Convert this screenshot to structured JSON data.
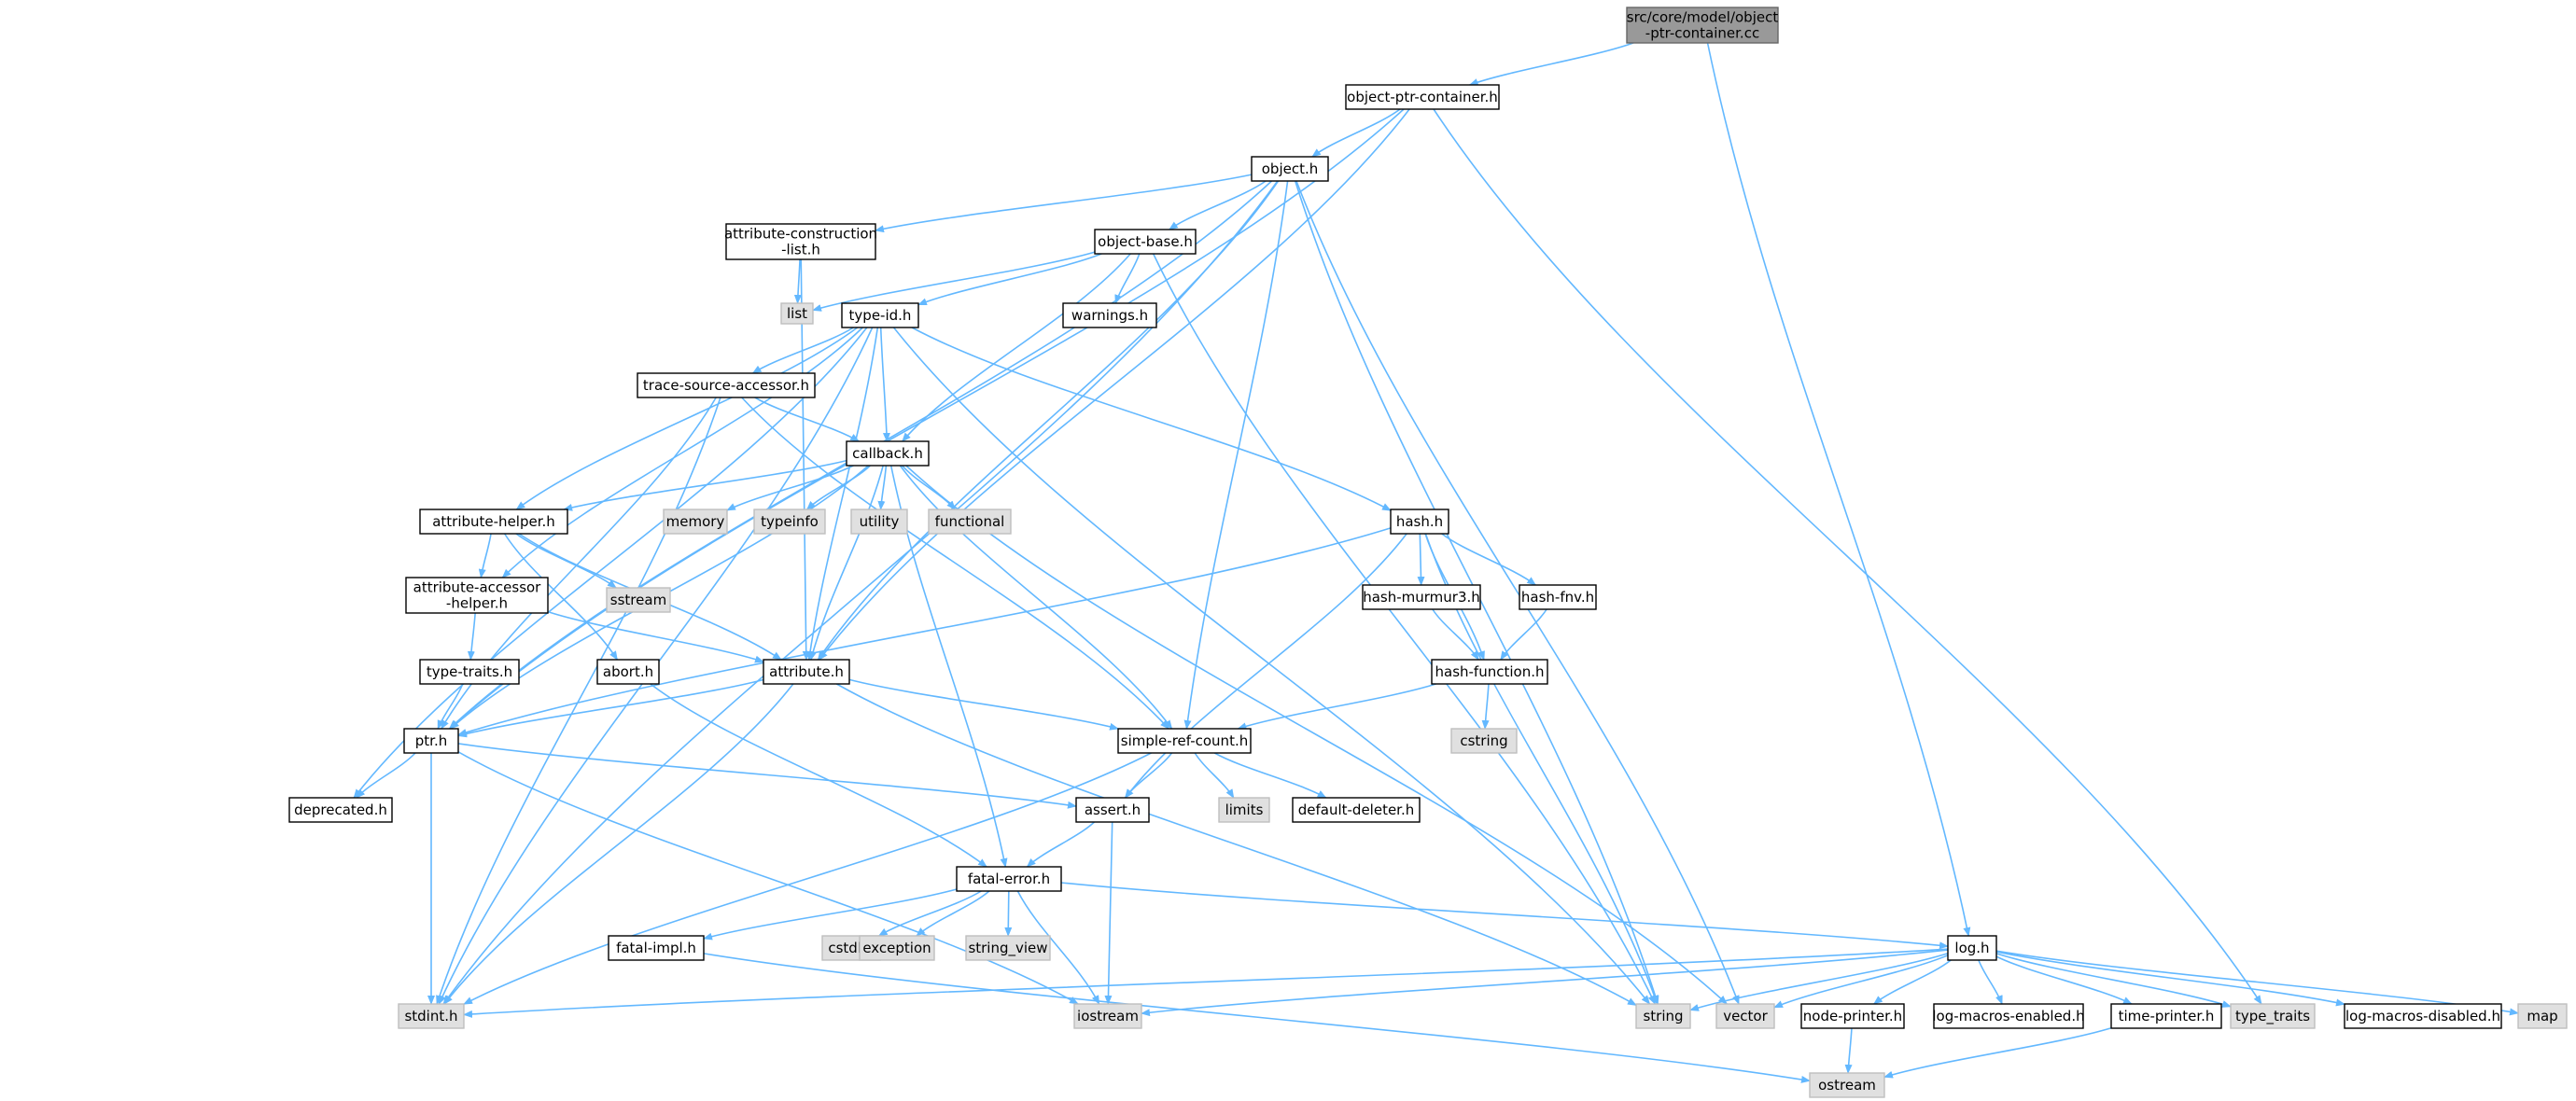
{
  "colors": {
    "edge": "#63b8ff",
    "node_border": "#000000",
    "node_fill": "#ffffff",
    "system_border": "#bfbfbf",
    "system_fill": "#e0e0e0",
    "root_fill": "#999999",
    "root_border": "#666666"
  },
  "nodes": [
    {
      "id": "root",
      "lines": [
        "src/core/model/object",
        "-ptr-container.cc"
      ],
      "kind": "root"
    },
    {
      "id": "opc",
      "lines": [
        "object-ptr-container.h"
      ],
      "kind": "file"
    },
    {
      "id": "object",
      "lines": [
        "object.h"
      ],
      "kind": "file"
    },
    {
      "id": "acl",
      "lines": [
        "attribute-construction",
        "-list.h"
      ],
      "kind": "file"
    },
    {
      "id": "objbase",
      "lines": [
        "object-base.h"
      ],
      "kind": "file"
    },
    {
      "id": "list",
      "lines": [
        "list"
      ],
      "kind": "system"
    },
    {
      "id": "typeid",
      "lines": [
        "type-id.h"
      ],
      "kind": "file"
    },
    {
      "id": "warnings",
      "lines": [
        "warnings.h"
      ],
      "kind": "file"
    },
    {
      "id": "tsa",
      "lines": [
        "trace-source-accessor.h"
      ],
      "kind": "file"
    },
    {
      "id": "callback",
      "lines": [
        "callback.h"
      ],
      "kind": "file"
    },
    {
      "id": "memory",
      "lines": [
        "memory"
      ],
      "kind": "system"
    },
    {
      "id": "typeinfo",
      "lines": [
        "typeinfo"
      ],
      "kind": "system"
    },
    {
      "id": "utility",
      "lines": [
        "utility"
      ],
      "kind": "system"
    },
    {
      "id": "functional",
      "lines": [
        "functional"
      ],
      "kind": "system"
    },
    {
      "id": "attrhelper",
      "lines": [
        "attribute-helper.h"
      ],
      "kind": "file"
    },
    {
      "id": "sstream",
      "lines": [
        "sstream"
      ],
      "kind": "system"
    },
    {
      "id": "hash",
      "lines": [
        "hash.h"
      ],
      "kind": "file"
    },
    {
      "id": "murmur",
      "lines": [
        "hash-murmur3.h"
      ],
      "kind": "file"
    },
    {
      "id": "fnv",
      "lines": [
        "hash-fnv.h"
      ],
      "kind": "file"
    },
    {
      "id": "aah",
      "lines": [
        "attribute-accessor",
        "-helper.h"
      ],
      "kind": "file"
    },
    {
      "id": "typetraits",
      "lines": [
        "type-traits.h"
      ],
      "kind": "file"
    },
    {
      "id": "abort",
      "lines": [
        "abort.h"
      ],
      "kind": "file"
    },
    {
      "id": "attribute",
      "lines": [
        "attribute.h"
      ],
      "kind": "file"
    },
    {
      "id": "hashfn",
      "lines": [
        "hash-function.h"
      ],
      "kind": "file"
    },
    {
      "id": "cstring",
      "lines": [
        "cstring"
      ],
      "kind": "system"
    },
    {
      "id": "ptr",
      "lines": [
        "ptr.h"
      ],
      "kind": "file"
    },
    {
      "id": "src",
      "lines": [
        "simple-ref-count.h"
      ],
      "kind": "file"
    },
    {
      "id": "limits",
      "lines": [
        "limits"
      ],
      "kind": "system"
    },
    {
      "id": "defdel",
      "lines": [
        "default-deleter.h"
      ],
      "kind": "file"
    },
    {
      "id": "deprecated",
      "lines": [
        "deprecated.h"
      ],
      "kind": "file"
    },
    {
      "id": "assert",
      "lines": [
        "assert.h"
      ],
      "kind": "file"
    },
    {
      "id": "fatal",
      "lines": [
        "fatal-error.h"
      ],
      "kind": "file"
    },
    {
      "id": "fatalimpl",
      "lines": [
        "fatal-impl.h"
      ],
      "kind": "file"
    },
    {
      "id": "cstdlib",
      "lines": [
        "cstdlib"
      ],
      "kind": "system"
    },
    {
      "id": "exception",
      "lines": [
        "exception"
      ],
      "kind": "system"
    },
    {
      "id": "stringview",
      "lines": [
        "string_view"
      ],
      "kind": "system"
    },
    {
      "id": "log",
      "lines": [
        "log.h"
      ],
      "kind": "file"
    },
    {
      "id": "stdint",
      "lines": [
        "stdint.h"
      ],
      "kind": "system"
    },
    {
      "id": "iostream",
      "lines": [
        "iostream"
      ],
      "kind": "system"
    },
    {
      "id": "string",
      "lines": [
        "string"
      ],
      "kind": "system"
    },
    {
      "id": "vector",
      "lines": [
        "vector"
      ],
      "kind": "system"
    },
    {
      "id": "nodeprinter",
      "lines": [
        "node-printer.h"
      ],
      "kind": "file"
    },
    {
      "id": "lme",
      "lines": [
        "log-macros-enabled.h"
      ],
      "kind": "file"
    },
    {
      "id": "timeprinter",
      "lines": [
        "time-printer.h"
      ],
      "kind": "file"
    },
    {
      "id": "type_traits",
      "lines": [
        "type_traits"
      ],
      "kind": "system"
    },
    {
      "id": "lmd",
      "lines": [
        "log-macros-disabled.h"
      ],
      "kind": "file"
    },
    {
      "id": "map",
      "lines": [
        "map"
      ],
      "kind": "system"
    },
    {
      "id": "ostream",
      "lines": [
        "ostream"
      ],
      "kind": "system"
    }
  ],
  "edges": [
    [
      "root",
      "opc"
    ],
    [
      "root",
      "log"
    ],
    [
      "opc",
      "object"
    ],
    [
      "opc",
      "ptr"
    ],
    [
      "opc",
      "attribute"
    ],
    [
      "opc",
      "type_traits"
    ],
    [
      "object",
      "acl"
    ],
    [
      "object",
      "objbase"
    ],
    [
      "object",
      "attribute"
    ],
    [
      "object",
      "ptr"
    ],
    [
      "object",
      "src"
    ],
    [
      "object",
      "stdint"
    ],
    [
      "object",
      "string"
    ],
    [
      "object",
      "vector"
    ],
    [
      "acl",
      "list"
    ],
    [
      "acl",
      "attribute"
    ],
    [
      "objbase",
      "list"
    ],
    [
      "objbase",
      "typeid"
    ],
    [
      "objbase",
      "warnings"
    ],
    [
      "objbase",
      "callback"
    ],
    [
      "objbase",
      "string"
    ],
    [
      "typeid",
      "tsa"
    ],
    [
      "typeid",
      "callback"
    ],
    [
      "typeid",
      "attrhelper"
    ],
    [
      "typeid",
      "aah"
    ],
    [
      "typeid",
      "hash"
    ],
    [
      "typeid",
      "attribute"
    ],
    [
      "typeid",
      "deprecated"
    ],
    [
      "typeid",
      "stdint"
    ],
    [
      "typeid",
      "string"
    ],
    [
      "tsa",
      "callback"
    ],
    [
      "tsa",
      "ptr"
    ],
    [
      "tsa",
      "src"
    ],
    [
      "tsa",
      "stdint"
    ],
    [
      "callback",
      "memory"
    ],
    [
      "callback",
      "typeinfo"
    ],
    [
      "callback",
      "utility"
    ],
    [
      "callback",
      "functional"
    ],
    [
      "callback",
      "attrhelper"
    ],
    [
      "callback",
      "attribute"
    ],
    [
      "callback",
      "ptr"
    ],
    [
      "callback",
      "src"
    ],
    [
      "callback",
      "fatal"
    ],
    [
      "callback",
      "vector"
    ],
    [
      "attrhelper",
      "sstream"
    ],
    [
      "attrhelper",
      "aah"
    ],
    [
      "attrhelper",
      "abort"
    ],
    [
      "attrhelper",
      "attribute"
    ],
    [
      "aah",
      "typetraits"
    ],
    [
      "aah",
      "attribute"
    ],
    [
      "typetraits",
      "ptr"
    ],
    [
      "abort",
      "fatal"
    ],
    [
      "hash",
      "murmur"
    ],
    [
      "hash",
      "fnv"
    ],
    [
      "hash",
      "hashfn"
    ],
    [
      "hash",
      "ptr"
    ],
    [
      "hash",
      "assert"
    ],
    [
      "hash",
      "string"
    ],
    [
      "murmur",
      "hashfn"
    ],
    [
      "fnv",
      "hashfn"
    ],
    [
      "hashfn",
      "cstring"
    ],
    [
      "hashfn",
      "src"
    ],
    [
      "attribute",
      "ptr"
    ],
    [
      "attribute",
      "src"
    ],
    [
      "attribute",
      "stdint"
    ],
    [
      "attribute",
      "string"
    ],
    [
      "src",
      "assert"
    ],
    [
      "src",
      "limits"
    ],
    [
      "src",
      "defdel"
    ],
    [
      "src",
      "stdint"
    ],
    [
      "ptr",
      "deprecated"
    ],
    [
      "ptr",
      "assert"
    ],
    [
      "ptr",
      "stdint"
    ],
    [
      "ptr",
      "iostream"
    ],
    [
      "assert",
      "fatal"
    ],
    [
      "assert",
      "iostream"
    ],
    [
      "fatal",
      "fatalimpl"
    ],
    [
      "fatal",
      "cstdlib"
    ],
    [
      "fatal",
      "exception"
    ],
    [
      "fatal",
      "stringview"
    ],
    [
      "fatal",
      "iostream"
    ],
    [
      "fatal",
      "log"
    ],
    [
      "fatalimpl",
      "ostream"
    ],
    [
      "log",
      "stdint"
    ],
    [
      "log",
      "iostream"
    ],
    [
      "log",
      "string"
    ],
    [
      "log",
      "vector"
    ],
    [
      "log",
      "nodeprinter"
    ],
    [
      "log",
      "lme"
    ],
    [
      "log",
      "timeprinter"
    ],
    [
      "log",
      "type_traits"
    ],
    [
      "log",
      "lmd"
    ],
    [
      "log",
      "map"
    ],
    [
      "nodeprinter",
      "ostream"
    ],
    [
      "timeprinter",
      "ostream"
    ]
  ]
}
